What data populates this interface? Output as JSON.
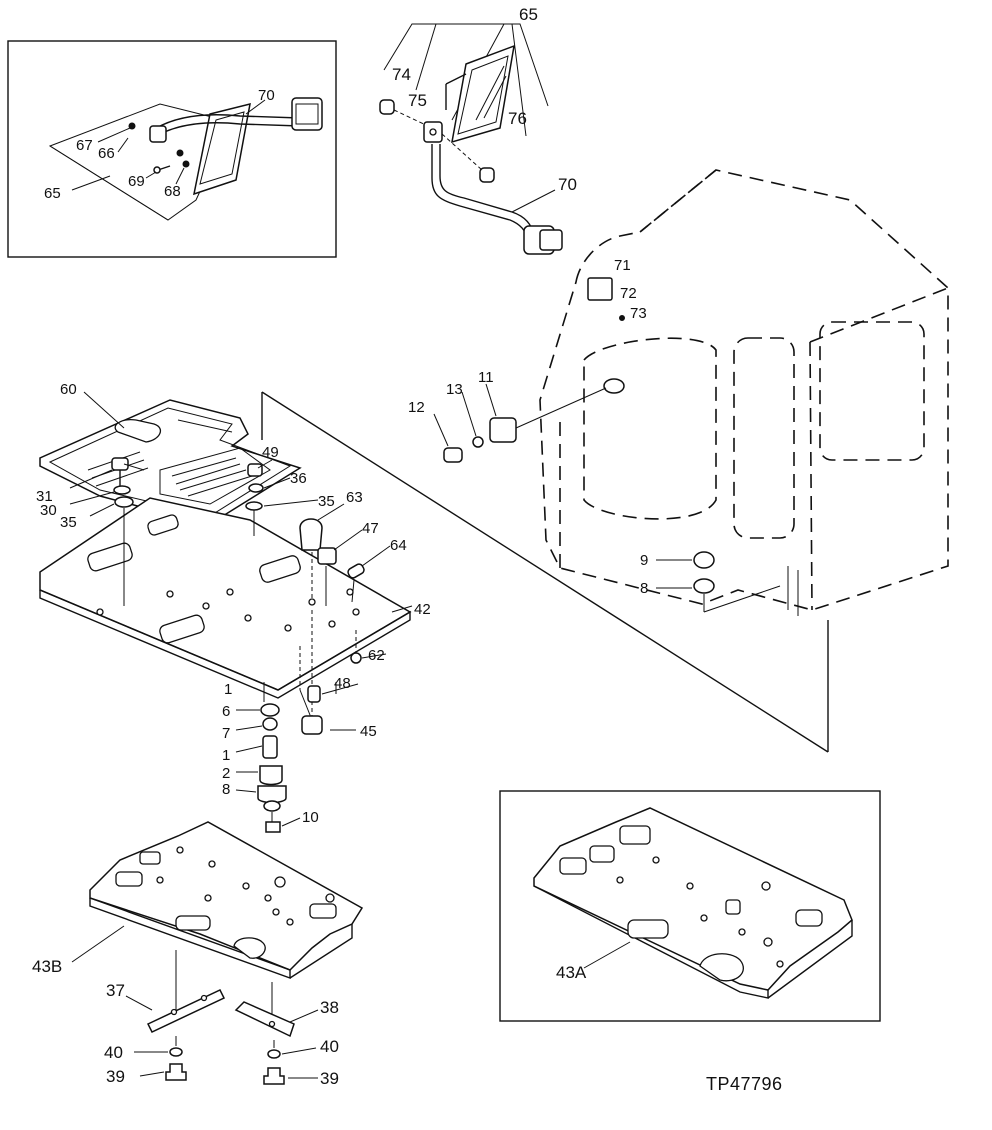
{
  "figure_ref": "TP47796",
  "labels": {
    "inset1": {
      "p65": "65",
      "p66": "66",
      "p67": "67",
      "p68": "68",
      "p69": "69",
      "p70": "70"
    },
    "mirror": {
      "p65": "65",
      "p70": "70",
      "p74": "74",
      "p75": "75",
      "p76": "76"
    },
    "cab": {
      "p71": "71",
      "p72": "72",
      "p73": "73",
      "p11": "11",
      "p12": "12",
      "p13": "13",
      "p9": "9",
      "p8": "8"
    },
    "floor": {
      "p60": "60",
      "p49": "49",
      "p36": "36",
      "p35a": "35",
      "p35b": "35",
      "p31": "31",
      "p30": "30",
      "p63": "63",
      "p47": "47",
      "p64": "64",
      "p42": "42",
      "p62": "62",
      "p48": "48",
      "p45": "45",
      "p6": "6",
      "p7": "7",
      "p1": "1",
      "p2": "2",
      "p8": "8",
      "p10": "10"
    },
    "bottom": {
      "p43b": "43B",
      "p37": "37",
      "p38": "38",
      "p40a": "40",
      "p40b": "40",
      "p39a": "39",
      "p39b": "39"
    },
    "inset2": {
      "p43a": "43A"
    }
  }
}
